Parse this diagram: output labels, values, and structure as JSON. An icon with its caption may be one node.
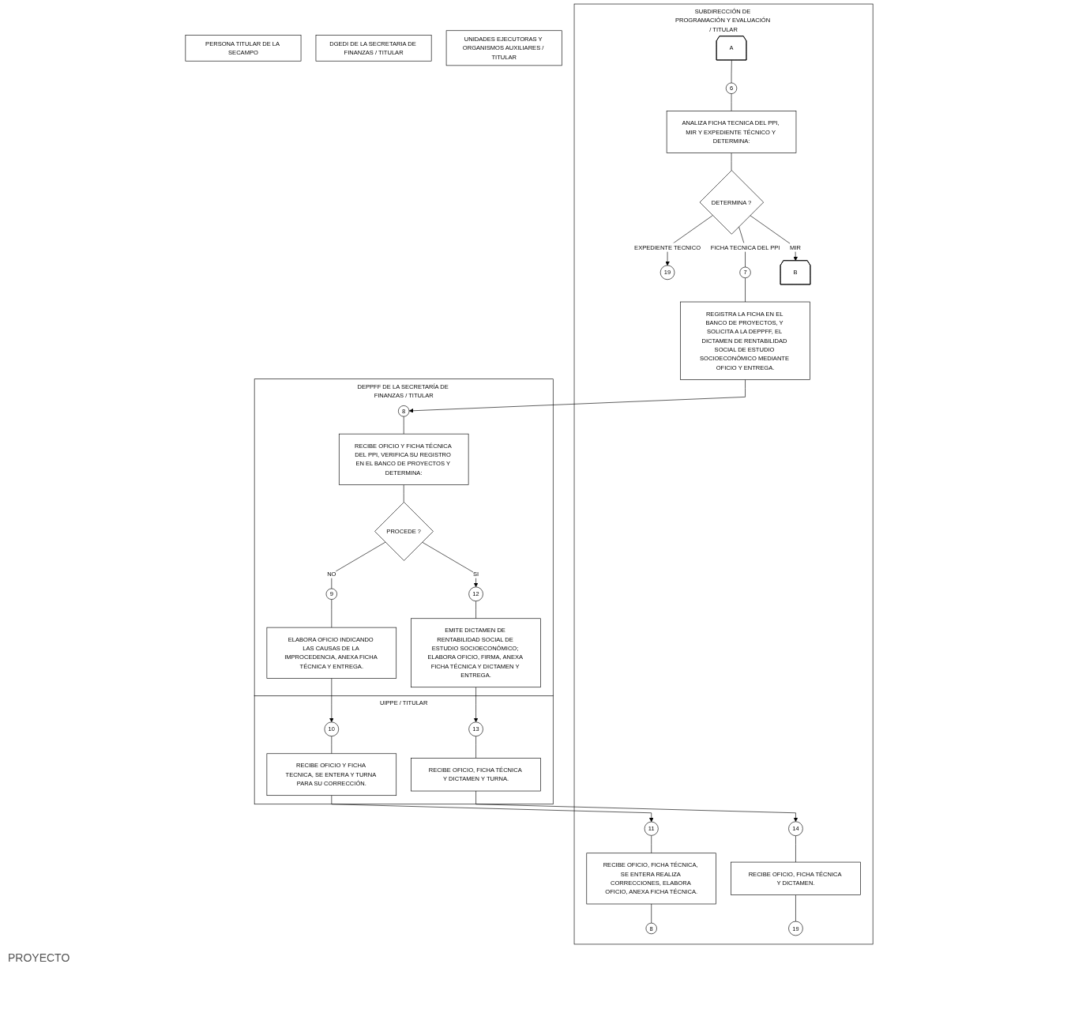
{
  "diagram": {
    "nodes": [
      {
        "text": [
          "SUBDIRECCIÓN DE PROGRAMACIÓN Y EVALUACIÓN / TITULAR"
        ]
      },
      {
        "text": [
          "UNIDADES EJECUTORAS Y ORGANISMOS AUXILIARES / TITULAR"
        ]
      },
      {
        "text": [
          "DEPPFF DE LA SECRETARÍA DE FINANZAS / TITULAR"
        ]
      },
      {
        "text": [
          "UIPPE / TITULAR"
        ]
      },
      {
        "text": [
          "DGEDI DE LA SECRETARIA DE FINANZAS / TITULAR"
        ]
      },
      {
        "text": [
          "PERSONA TITULAR DE LA SECAMPO"
        ]
      },
      {
        "text": [
          "A"
        ],
        "in": 0
      },
      {
        "text": [
          "6"
        ],
        "in": 0
      },
      {
        "text": [
          "ANALIZA FICHA TECNICA DEL PPI, MIR Y EXPEDIENTE TÉCNICO Y DETERMINA:"
        ],
        "in": 0
      },
      {
        "text": [
          "DETERMINA ?"
        ],
        "in": 0
      },
      {
        "text": [
          "19"
        ],
        "in": 0
      },
      {
        "text": [
          "7"
        ],
        "in": 0
      },
      {
        "text": [
          "B"
        ],
        "in": 0
      },
      {
        "text": [
          "REGISTRA LA FICHA EN EL BANCO DE PROYECTOS, Y SOLICITA A LA DEPPFF, EL DICTAMEN DE RENTABILIDAD SOCIAL DE ESTUDIO SOCIOECONÓMICO MEDIANTE OFICIO Y ENTREGA."
        ],
        "in": 0
      },
      {
        "text": [
          "8"
        ],
        "in": 2
      },
      {
        "text": [
          "RECIBE OFICIO Y FICHA TÉCNICA DEL PPI, VERIFICA SU REGISTRO EN EL BANCO DE PROYECTOS Y DETERMINA:"
        ],
        "in": 2
      },
      {
        "text": [
          "PROCEDE ?"
        ],
        "in": 2
      },
      {
        "text": [
          "9"
        ],
        "in": 2
      },
      {
        "text": [
          "ELABORA OFICIO INDICANDO LAS CAUSAS DE LA IMPROCEDENCIA, ANEXA FICHA TÉCNICA Y ENTREGA."
        ],
        "in": 2
      },
      {
        "text": [
          "10"
        ],
        "in": 3
      },
      {
        "text": [
          "RECIBE OFICIO Y FICHA TECNICA, SE ENTERA Y TURNA PARA SU CORRECCIÓN."
        ],
        "in": 3
      },
      {
        "text": [
          "11"
        ],
        "in": 0
      },
      {
        "text": [
          "RECIBE OFICIO, FICHA TÉCNICA, SE ENTERA REALIZA CORRECCIONES, ELABORA OFICIO, ANEXA FICHA TÉCNICA."
        ],
        "in": 0
      },
      {
        "text": [
          "8"
        ],
        "in": 0
      },
      {
        "text": [
          "12"
        ],
        "in": 2
      },
      {
        "text": [
          "EMITE DICTAMEN DE RENTABILIDAD SOCIAL DE ESTUDIO SOCIOECONÓMICO; ELABORA OFICIO, FIRMA, ANEXA FICHA TÉCNICA Y DICTAMEN Y ENTREGA."
        ],
        "in": 2
      },
      {
        "text": [
          "13"
        ],
        "in": 3
      },
      {
        "text": [
          "RECIBE OFICIO, FICHA TÉCNICA Y DICTAMEN Y TURNA."
        ],
        "in": 3
      },
      {
        "text": [
          "14"
        ],
        "in": 0
      },
      {
        "text": [
          "RECIBE OFICIO, FICHA TÉCNICA Y DICTAMEN."
        ],
        "in": 0
      },
      {
        "text": [
          "19"
        ],
        "in": 0
      }
    ],
    "edges": [
      {
        "from": 6,
        "to": 7,
        "arrow": "none"
      },
      {
        "from": 7,
        "to": 8,
        "arrow": "none"
      },
      {
        "from": 8,
        "to": 9,
        "arrow": "none"
      },
      {
        "from": 9,
        "to": 10,
        "arrow": "to",
        "label": "EXPEDIENTE TECNICO"
      },
      {
        "from": 9,
        "to": 11,
        "arrow": "none",
        "label": "FICHA TECNICA DEL PPI"
      },
      {
        "from": 9,
        "to": 12,
        "arrow": "to",
        "label": "MIR"
      },
      {
        "from": 11,
        "to": 13,
        "arrow": "none"
      },
      {
        "from": 13,
        "to": 14,
        "arrow": "to"
      },
      {
        "from": 14,
        "to": 15,
        "arrow": "none"
      },
      {
        "from": 15,
        "to": 16,
        "arrow": "none"
      },
      {
        "from": 16,
        "to": 17,
        "arrow": "none",
        "label": "NO"
      },
      {
        "from": 16,
        "to": 24,
        "arrow": "to",
        "label": "SI"
      },
      {
        "from": 17,
        "to": 18,
        "arrow": "none"
      },
      {
        "from": 18,
        "to": 19,
        "arrow": "to"
      },
      {
        "from": 19,
        "to": 20,
        "arrow": "none"
      },
      {
        "from": 20,
        "to": 21,
        "arrow": "to"
      },
      {
        "from": 21,
        "to": 22,
        "arrow": "none"
      },
      {
        "from": 22,
        "to": 23,
        "arrow": "none"
      },
      {
        "from": 24,
        "to": 25,
        "arrow": "none"
      },
      {
        "from": 25,
        "to": 26,
        "arrow": "to"
      },
      {
        "from": 26,
        "to": 27,
        "arrow": "none"
      },
      {
        "from": 27,
        "to": 28,
        "arrow": "to"
      },
      {
        "from": 28,
        "to": 29,
        "arrow": "none"
      },
      {
        "from": 29,
        "to": 30,
        "arrow": "none"
      }
    ],
    "labels": [
      "PROYECTO"
    ]
  }
}
